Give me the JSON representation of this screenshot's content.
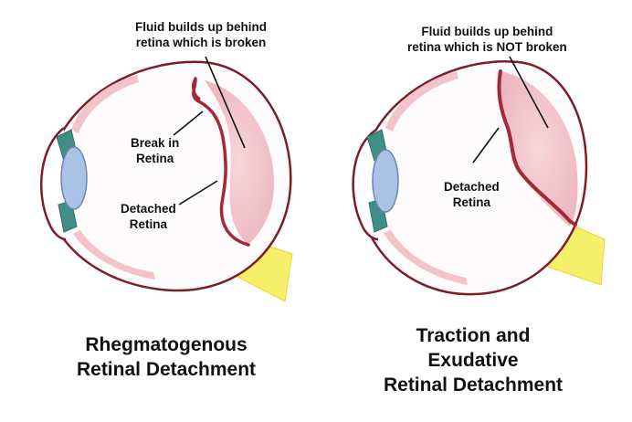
{
  "left_panel": {
    "fluid_label": [
      "Fluid builds up behind",
      "retina which is broken"
    ],
    "break_label": [
      "Break in",
      "Retina"
    ],
    "detached_label": [
      "Detached",
      "Retina"
    ],
    "title": [
      "Rhegmatogenous",
      "Retinal Detachment"
    ]
  },
  "right_panel": {
    "fluid_label": [
      "Fluid builds up behind",
      "retina which is NOT broken"
    ],
    "detached_label": [
      "Detached",
      "Retina"
    ],
    "title": [
      "Traction and",
      "Exudative",
      "Retinal Detachment"
    ]
  },
  "colors": {
    "sclera_outline": "#7a1e2a",
    "retina": "#a3283a",
    "fluid": "#f1c6cc",
    "lens": "#a9c3e6",
    "iris": "#3f8f87",
    "optic_nerve": "#f6ef6a"
  }
}
